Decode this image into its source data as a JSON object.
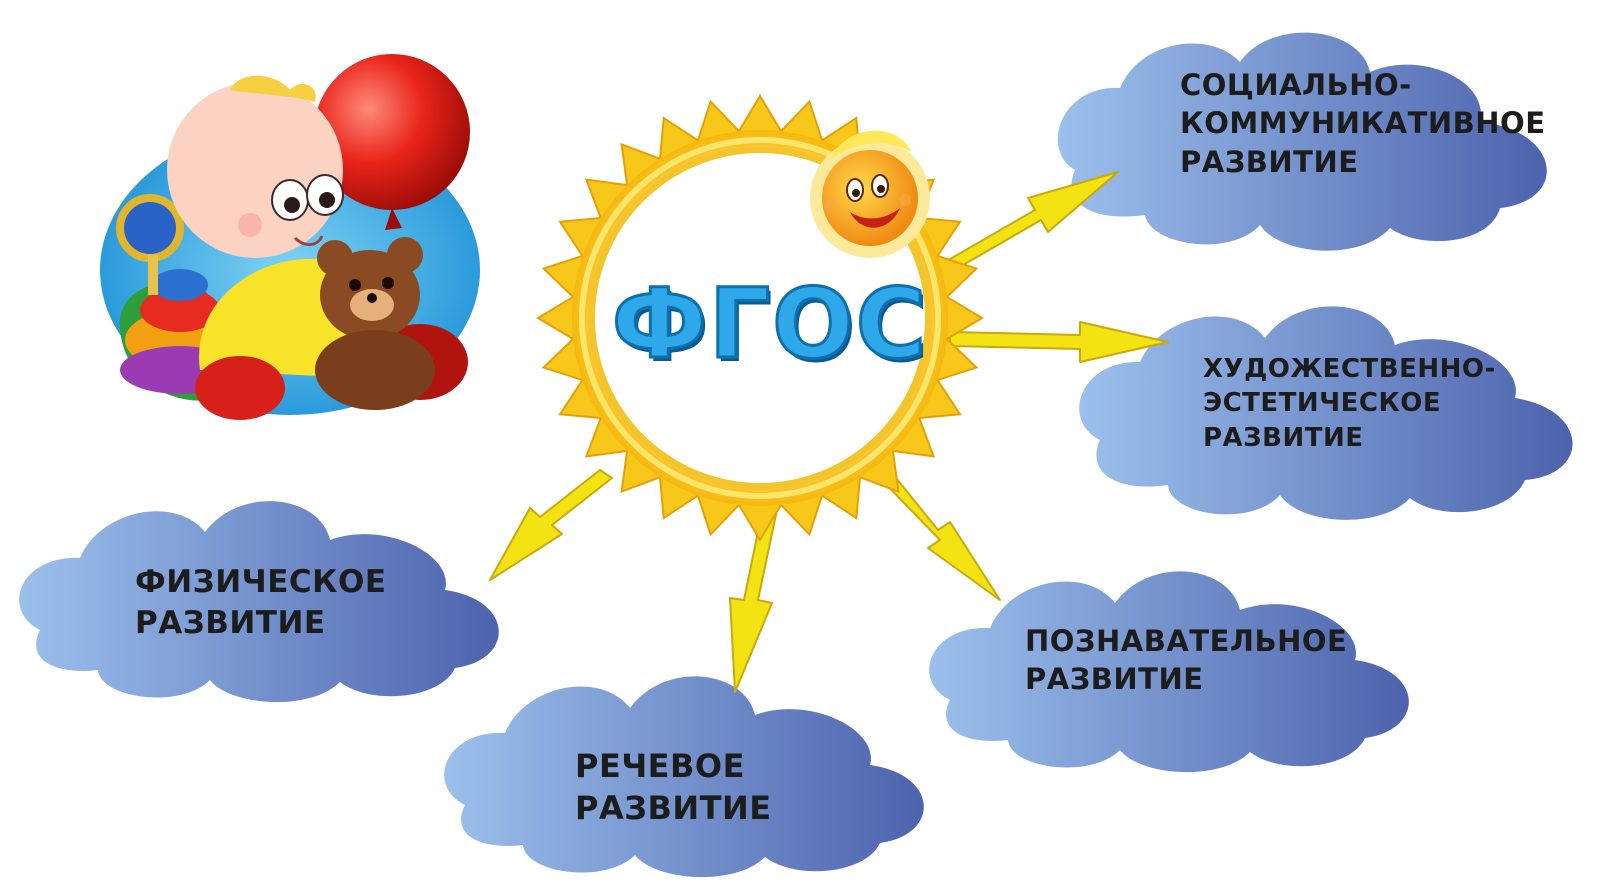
{
  "center": {
    "title": "ФГОС"
  },
  "areas": [
    {
      "lines": [
        "СОЦИАЛЬНО-",
        "КОММУНИКАТИВНОЕ",
        "РАЗВИТИЕ"
      ]
    },
    {
      "lines": [
        "ХУДОЖЕСТВЕННО-",
        "ЭСТЕТИЧЕСКОЕ",
        "РАЗВИТИЕ"
      ]
    },
    {
      "lines": [
        "ФИЗИЧЕСКОЕ",
        "РАЗВИТИЕ"
      ]
    },
    {
      "lines": [
        "РЕЧЕВОЕ",
        "РАЗВИТИЕ"
      ]
    },
    {
      "lines": [
        "ПОЗНАВАТЕЛЬНОЕ",
        "РАЗВИТИЕ"
      ]
    }
  ],
  "colors": {
    "cloud_light": "#8fb6e6",
    "cloud_dark": "#4d66b0",
    "sun_ray": "#f7c81a",
    "arrow": "#f3e312",
    "title": "#2ea8e8"
  }
}
